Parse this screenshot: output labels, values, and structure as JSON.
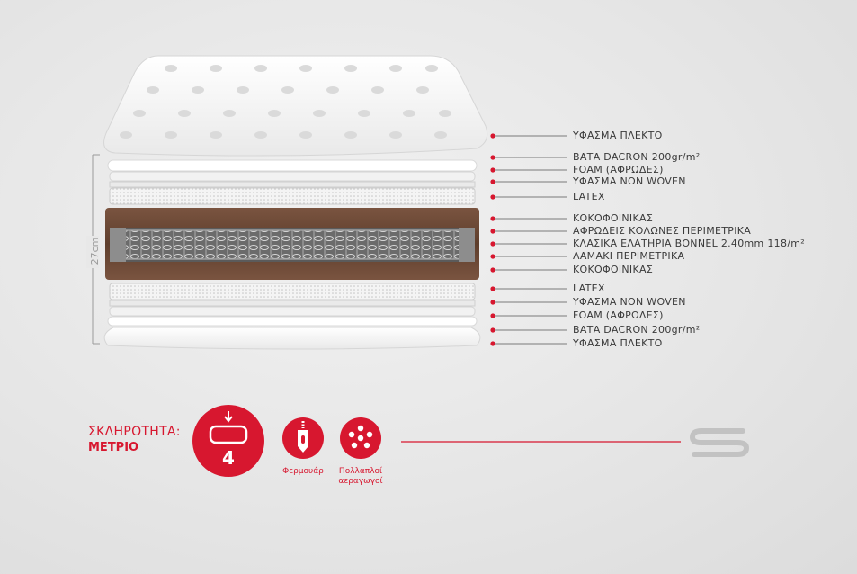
{
  "dimension": "27cm",
  "layers": [
    "ΥΦΑΣΜΑ ΠΛΕΚΤΟ",
    "ΒΑΤΑ DACRON 200gr/m²",
    "FOAM (ΑΦΡΩΔΕΣ)",
    "ΥΦΑΣΜΑ NON WOVEN",
    "LATEX",
    "ΚΟΚΟΦΟΙΝΙΚΑΣ",
    "ΑΦΡΩΔΕΙΣ ΚΟΛΩΝΕΣ ΠΕΡΙΜΕΤΡΙΚΑ",
    "ΚΛΑΣΙΚΑ ΕΛΑΤΗΡΙΑ BONNEL 2.40mm 118/m²",
    "ΛΑΜΑΚΙ ΠΕΡΙΜΕΤΡΙΚΑ",
    "ΚΟΚΟΦΟΙΝΙΚΑΣ",
    "LATEX",
    "ΥΦΑΣΜΑ NON WOVEN",
    "FOAM (ΑΦΡΩΔΕΣ)",
    "ΒΑΤΑ DACRON 200gr/m²",
    "ΥΦΑΣΜΑ ΠΛΕΚΤΟ"
  ],
  "hardness": {
    "title": "ΣΚΛΗΡΟΤΗΤΑ:",
    "value": "ΜΕΤΡΙΟ",
    "level": "4"
  },
  "features": {
    "zipper": "Φερμουάρ",
    "vents_1": "Πολλαπλοί",
    "vents_2": "αεραγωγοί"
  },
  "colors": {
    "accent": "#d7172f",
    "coir": "#6e4a35",
    "text": "#3a3a3a"
  },
  "icons": [
    "hardness-4-icon",
    "zipper-icon",
    "air-vents-icon",
    "brand-logo-icon"
  ]
}
